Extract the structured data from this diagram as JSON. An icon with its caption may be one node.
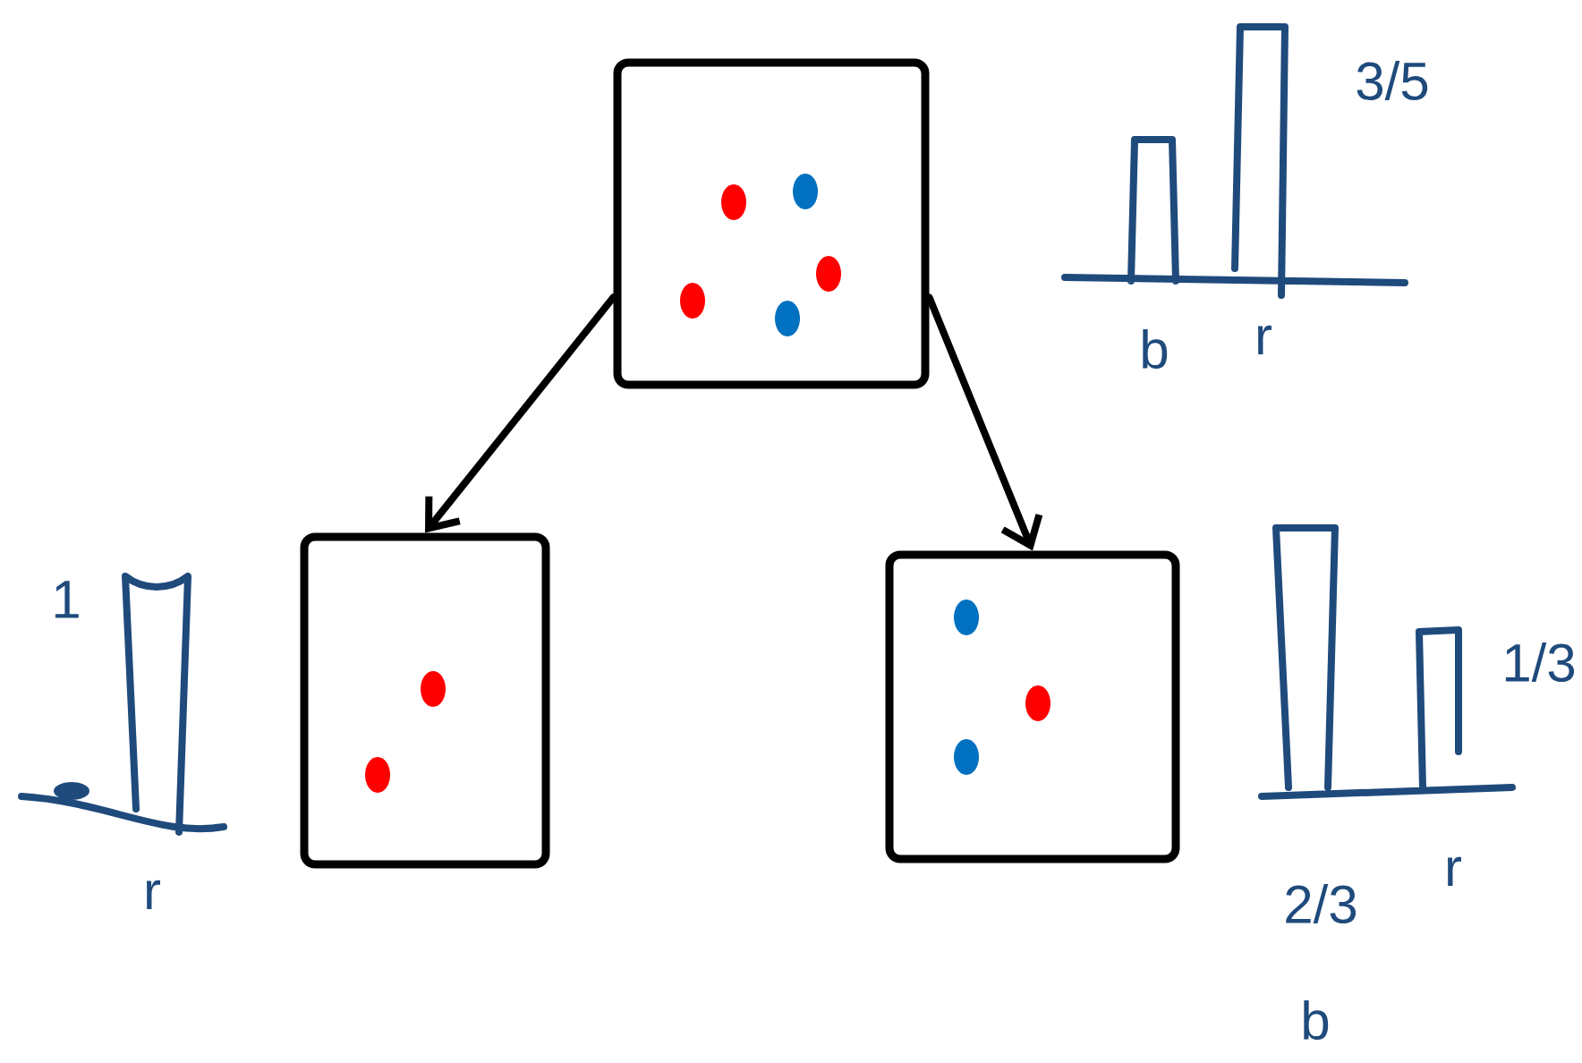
{
  "diagram": {
    "nodes": [
      {
        "text": [],
        "shape": "box"
      },
      {
        "text": [],
        "shape": "box"
      },
      {
        "text": [],
        "shape": "box"
      }
    ],
    "edges": [
      {
        "from": 0,
        "to": 1,
        "arrow": "to"
      },
      {
        "from": 0,
        "to": 2,
        "arrow": "to"
      }
    ],
    "labels": [
      "3/5",
      "b",
      "r",
      "1",
      "r",
      "1/3",
      "2/3",
      "r",
      "b"
    ]
  }
}
